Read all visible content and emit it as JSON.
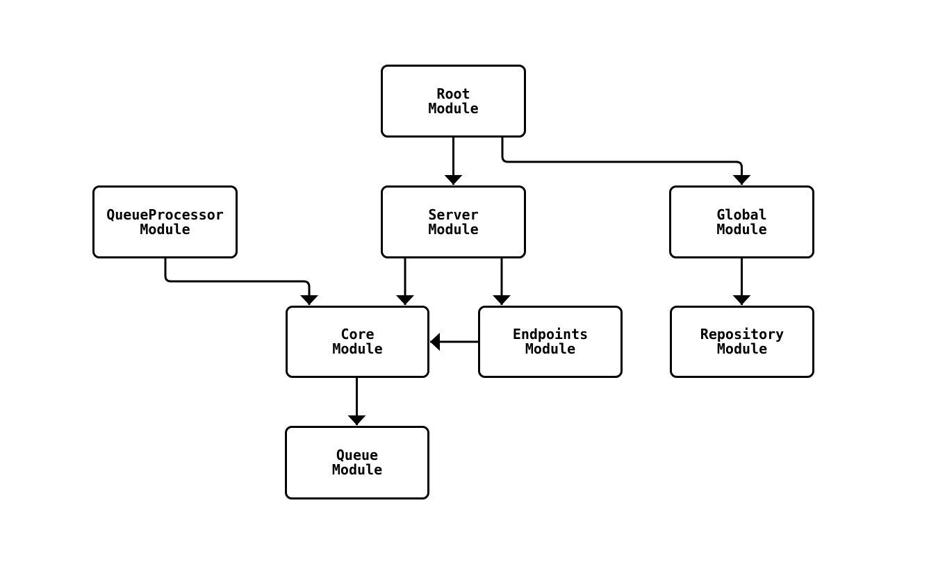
{
  "diagram": {
    "type": "module-dependency-graph",
    "background_color": "#ffffff",
    "node_fill_color": "#ffffff",
    "node_border_color": "#000000",
    "edge_color": "#000000",
    "text_color": "#000000",
    "nodes": [
      {
        "id": "root",
        "lines": [
          "Root",
          "Module"
        ]
      },
      {
        "id": "queueprocessor",
        "lines": [
          "QueueProcessor",
          "Module"
        ]
      },
      {
        "id": "server",
        "lines": [
          "Server",
          "Module"
        ]
      },
      {
        "id": "global",
        "lines": [
          "Global",
          "Module"
        ]
      },
      {
        "id": "core",
        "lines": [
          "Core",
          "Module"
        ]
      },
      {
        "id": "endpoints",
        "lines": [
          "Endpoints",
          "Module"
        ]
      },
      {
        "id": "repository",
        "lines": [
          "Repository",
          "Module"
        ]
      },
      {
        "id": "queue",
        "lines": [
          "Queue",
          "Module"
        ]
      }
    ],
    "edges": [
      {
        "from": "root",
        "to": "server"
      },
      {
        "from": "root",
        "to": "global"
      },
      {
        "from": "queueprocessor",
        "to": "core"
      },
      {
        "from": "server",
        "to": "core"
      },
      {
        "from": "server",
        "to": "endpoints"
      },
      {
        "from": "endpoints",
        "to": "core"
      },
      {
        "from": "global",
        "to": "repository"
      },
      {
        "from": "core",
        "to": "queue"
      }
    ]
  }
}
